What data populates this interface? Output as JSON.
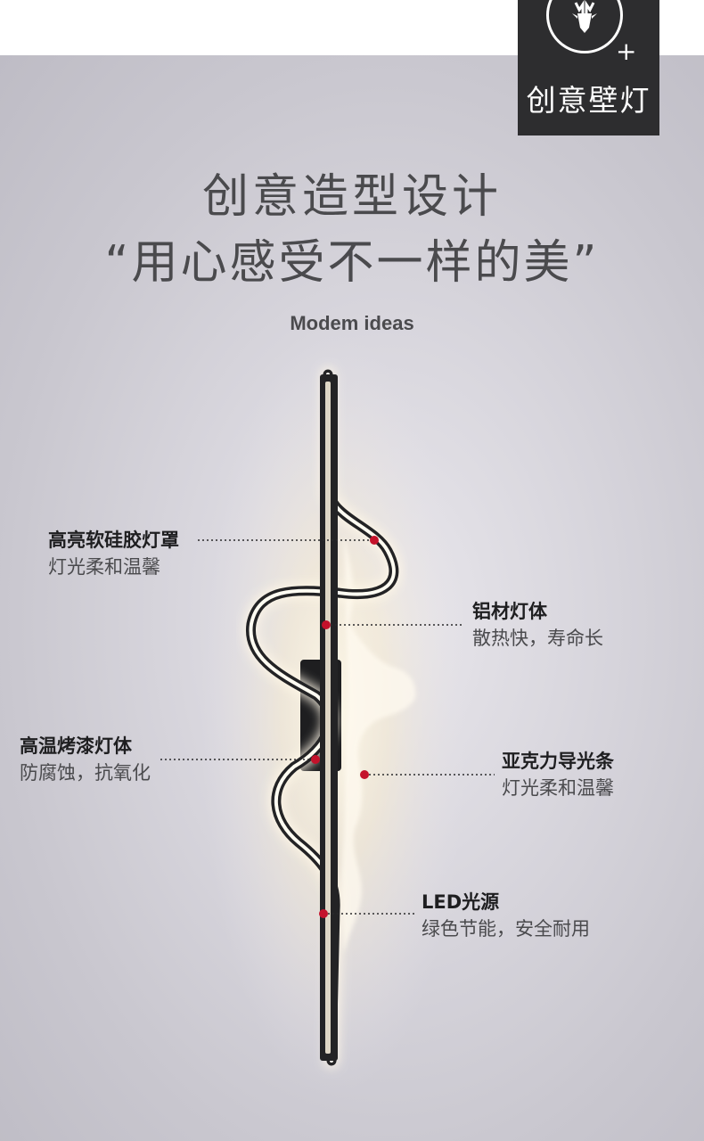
{
  "badge": {
    "logo_icon": "deer-head-icon",
    "plus": "+",
    "title": "创意壁灯"
  },
  "headline": {
    "line1": "创意造型设计",
    "line2": "“用心感受不一样的美”"
  },
  "subtitle": "Modem ideas",
  "features": [
    {
      "title": "高亮软硅胶灯罩",
      "desc": "灯光柔和温馨"
    },
    {
      "title": "铝材灯体",
      "desc": "散热快，寿命长"
    },
    {
      "title": "高温烤漆灯体",
      "desc": "防腐蚀，抗氧化"
    },
    {
      "title": "亚克力导光条",
      "desc": "灯光柔和温馨"
    },
    {
      "title": "LED光源",
      "desc": "绿色节能，安全耐用"
    }
  ],
  "colors": {
    "background": "#d3d1d8",
    "badge": "#2d2d2f",
    "marker": "#c4122b",
    "lamp_frame": "#232325",
    "glow": "#fff3d6"
  }
}
